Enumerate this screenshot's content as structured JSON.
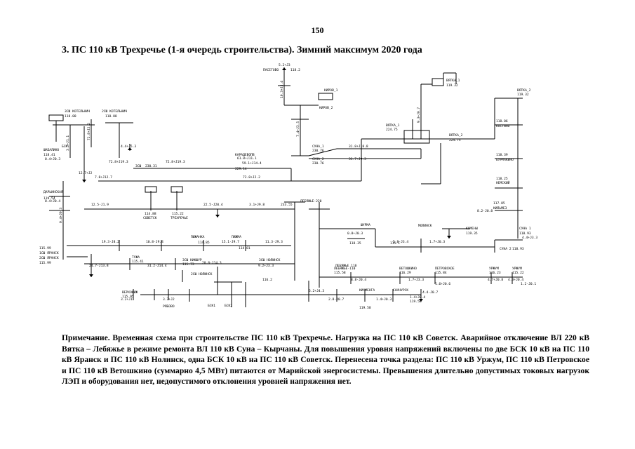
{
  "page": {
    "number": "150",
    "title": "3. ПС 110 кВ Трехречье (1-я очередь строительства). Зимний максимум 2020 года"
  },
  "note": {
    "text": "Примечание. Временная схема при строительстве ПС 110 кВ Трехречье. Нагрузка на ПС 110 кВ Советск. Аварийное отключение ВЛ 220 кВ Вятка – Лебяжье в режиме ремонта ВЛ 110 кВ Суна – Кырчаны. Для повышения уровня напряжений включены по две БСК 10 кВ на ПС 110 кВ Яранск и ПС 110 кВ Нолинск, одна БСК 10 кВ на ПС 110 кВ Советск. Перенесена точка раздела: ПС 110 кВ Уржум, ПС 110 кВ Петровское и ПС 110 кВ Ветошкино (суммарно 4,5 МВт) питаются от Марийской энергосистемы. Превышения длительно допустимых токовых нагрузок ЛЭП и оборудования нет, недопустимого отклонения уровней напряжения нет."
  },
  "diagram": {
    "nodes": {
      "top": "5.2+J3",
      "pasegovo": "ПАСЕГОВО",
      "pasegovo_v": "118.2",
      "kirov1": "КИРОВ_1",
      "kirov2": "КИРОВ_2",
      "vyatka1": "ВЯТКА_1",
      "vyatka1_v": "119.32",
      "vyatka2": "ВЯТКА_2",
      "vyatka2_v": "119.32",
      "vyatka_bus": "ВЯТКА_1",
      "vyatka_bus_v": "224.75",
      "vyatka_bus2": "ВЯТКА_2",
      "vyatka_bus2_v": "224.75",
      "kotelnich": "ЗСШ КОТЕЛЬНИЧ",
      "kotelnich2": "2СШ КОТЕЛЬНИЧ",
      "kotelnich_v": "118.88",
      "kotelnich_v2": "118.88",
      "vlad": "ЗСШ",
      "vlad_v": "230.31",
      "karachevo": "КАРАДЕВОПВ",
      "karachevo_v": "229.14",
      "suna1": "СУНА_1",
      "suna2": "СУНА_2",
      "suna1_v": "230.76",
      "suna2_v": "230.76",
      "kostino": "КОСТИНО",
      "kostino_v": "118.06",
      "burmakino": "БУРМАКИНО",
      "burmakino_v": "118.39",
      "nemsky": "НЕМСКИЙ",
      "nemsky_v": "118.25",
      "kilmez": "КИЛЬМЕЗ",
      "kilmez_v": "117.85",
      "sunsk": "СУНА 2",
      "sunsk_v": "118.93",
      "sunsk1": "СУНА 1",
      "sunsk1_v": "118.93",
      "shabalino": "ШАБАЛИНО",
      "shabalino_v": "118.41",
      "daryinskaya": "ДАРЬИНСКАЯ",
      "daryinskaya_v": "119.54",
      "sovetsk": "СОВЕТСК",
      "sovetsk_v": "114.88",
      "trechreche": "ТРЕХРЕЧЬЕ",
      "trechreche_v": "115.22",
      "lebyazhye": "ЛЕБЯЖЬЕ-220",
      "lebyazhye_v": "233.55",
      "yaransk": "1СШ ЯРАНСК",
      "yaransk2": "2СШ ЯРАНСК",
      "yaransk_v": "115.99",
      "yaransk_v2": "115.99",
      "tuzha": "ТУЖА",
      "tuzha_v": "115.41",
      "pizhanka": "ПИЖАНКА",
      "pizhanka_v": "114.85",
      "pizhma": "ПИЖМА",
      "pizhma_v": "114.81",
      "kikshur": "ЗСШ КИКШУР",
      "kikshur_v": "115.73",
      "nolinsk": "ЗСШ НОЛИНСК",
      "nolinsk2": "2СШ НОЛИНСК",
      "nolinsk_v": "116.2",
      "verkhoshizh": "ВЕРХОШИЖ",
      "verkhoshizh_v": "115.95",
      "lebyazhye110": "ЛЕБЯЖЬЕ-110",
      "lebyazhye110_v": "115.58",
      "lebyazhye110b": "ЛЕБЯЖЬЕ 110",
      "vetoshkino": "ВЕТОШКИНО",
      "vetoshkino_v": "116.29",
      "petrovskoe": "ПЕТРОВСКОЕ",
      "petrovskoe_v": "115.84",
      "urzhum": "УРЖУМ",
      "urzhum_v": "116.23",
      "urzhum2": "УРЖУМ",
      "urzhum2_v": "115.22",
      "shurma": "ШУРМА",
      "shurma_v": "118.35",
      "molinsk": "МОЛИНСК",
      "molinsk_v": "115.1",
      "kumeny": "КУМЕНЫ",
      "kumeny_v": "119.35",
      "kichmenga": "КИЧМЕНГА",
      "kichmenga_v": "119.58",
      "ryabovo": "РЯБОВО",
      "sanchursk": "САНЧУРСК",
      "sanchursk_v": "119.58",
      "bsk": "БСК",
      "bsk1": "БСК1",
      "bsk2": "БСК2"
    },
    "flows": [
      "0.4+J0.3",
      "4.4+J5.3",
      "72.8+J19.3",
      "72.8+J19.3",
      "7.8+J12.7",
      "61.8+J11.1",
      "59.1+J14.4",
      "72.8+J2.2",
      "72.8+J2.2",
      "31.8+J18.8",
      "31.7+J9.3",
      "12.5-J1.9",
      "22.5-J20.4",
      "0.4+J0.4",
      "9.3+J0.7",
      "7.4+J3.5",
      "12.7+J2",
      "19.3-J8.2",
      "10.8-J9.4",
      "15.1-J9.7",
      "11.3-J9.3",
      "24.7-J13.8",
      "31.2-J14.4",
      "20.8-J14.3",
      "3.1+J9.8",
      "0.8+J0.3",
      "9.2+J3.3",
      "4.4+J3.3",
      "10.3+J3.4",
      "5.8-J3.4",
      "1.7+J0.3",
      "8.8-J0.4",
      "1.7+J3.3",
      "4.7+J0.8",
      "3.2+J1",
      "3.7+J2",
      "5.2+J4.3",
      "1.4+J0.4",
      "2.8-J0.7",
      "1.4+J0.3",
      "4.4-J0.7",
      "1.6+J0.6",
      "4.3+J0.4",
      "3.2+J1.1",
      "1.2-J0.1",
      "0.4+J0.3",
      "8.2-J0.8"
    ]
  }
}
